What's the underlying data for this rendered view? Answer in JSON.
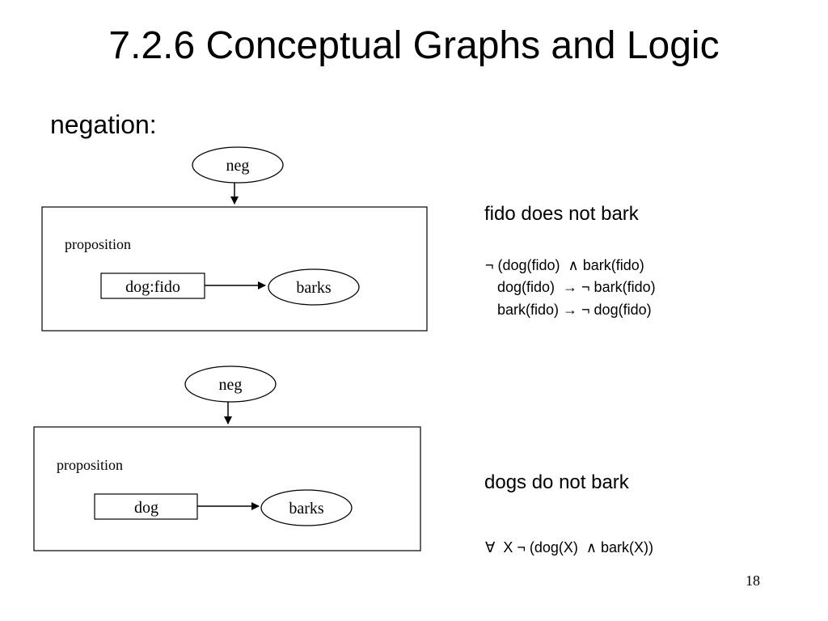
{
  "title": "7.2.6 Conceptual Graphs and Logic",
  "section_label": "negation:",
  "graph1": {
    "neg_label": "neg",
    "proposition_label": "proposition",
    "concept_label": "dog:fido",
    "relation_label": "barks"
  },
  "graph2": {
    "neg_label": "neg",
    "proposition_label": "proposition",
    "concept_label": "dog",
    "relation_label": "barks"
  },
  "right_panel": {
    "caption1": "fido does not bark",
    "formulas1": [
      "¬ (dog(fido)  ∧ bark(fido)",
      "   dog(fido)  → ¬ bark(fido)",
      "   bark(fido) → ¬ dog(fido)"
    ],
    "caption2": "dogs do not bark",
    "formula2": "∀  X ¬ (dog(X)  ∧ bark(X))"
  },
  "page_number": "18"
}
